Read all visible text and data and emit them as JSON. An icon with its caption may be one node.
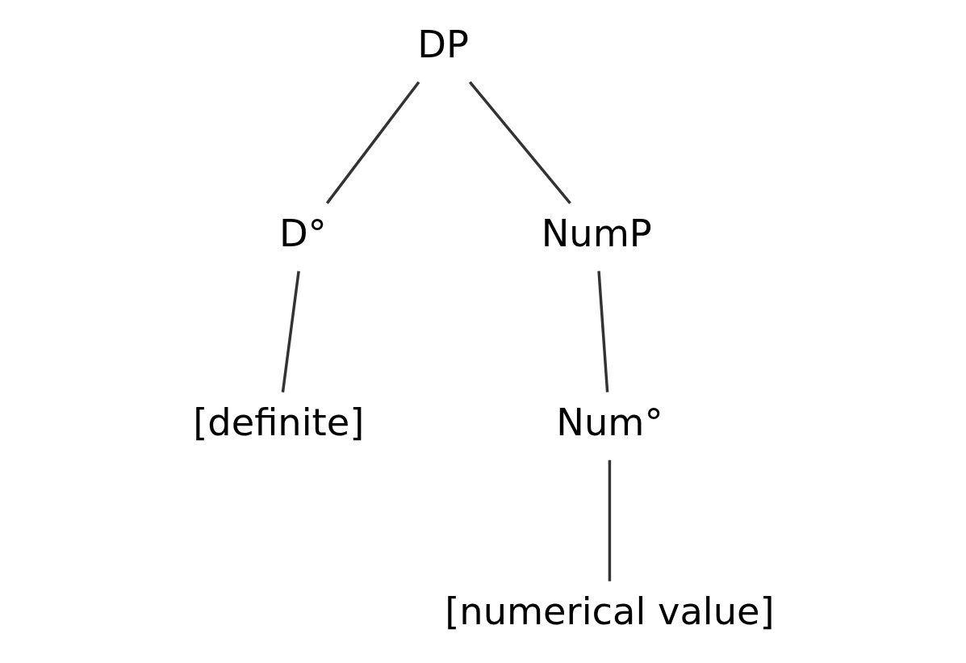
{
  "diagram": {
    "nodes": [
      {
        "text": [
          "DP"
        ]
      },
      {
        "text": [
          "D°"
        ]
      },
      {
        "text": [
          "NumP"
        ]
      },
      {
        "text": [
          "[definite]"
        ]
      },
      {
        "text": [
          "Num°"
        ]
      },
      {
        "text": [
          "[numerical value]"
        ]
      }
    ],
    "edges": [
      {
        "from": 0,
        "to": 1,
        "arrow": "none"
      },
      {
        "from": 0,
        "to": 2,
        "arrow": "none"
      },
      {
        "from": 1,
        "to": 3,
        "arrow": "none"
      },
      {
        "from": 2,
        "to": 4,
        "arrow": "none"
      },
      {
        "from": 4,
        "to": 5,
        "arrow": "none"
      }
    ]
  }
}
